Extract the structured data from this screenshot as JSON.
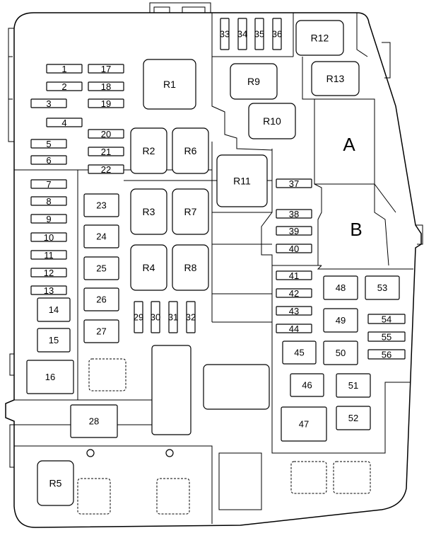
{
  "diagram": {
    "mini_fuses_h": [
      "1",
      "2",
      "3",
      "4",
      "5",
      "6",
      "7",
      "8",
      "9",
      "10",
      "11",
      "12",
      "13",
      "17",
      "18",
      "19",
      "20",
      "21",
      "22",
      "37",
      "38",
      "39",
      "40",
      "41",
      "42",
      "43",
      "44",
      "54",
      "55",
      "56"
    ],
    "mini_fuses_v": [
      "29",
      "30",
      "31",
      "32",
      "33",
      "34",
      "35",
      "36"
    ],
    "cartridge_fuses": [
      "14",
      "15",
      "16",
      "23",
      "24",
      "25",
      "26",
      "27",
      "28",
      "45",
      "46",
      "47",
      "48",
      "49",
      "50",
      "51",
      "52",
      "53"
    ],
    "relays": [
      "R1",
      "R2",
      "R3",
      "R4",
      "R5",
      "R6",
      "R7",
      "R8",
      "R9",
      "R10",
      "R11",
      "R12",
      "R13"
    ],
    "blocks": [
      "A",
      "B"
    ]
  },
  "colors": {
    "stroke": "#000000",
    "background": "#ffffff"
  }
}
